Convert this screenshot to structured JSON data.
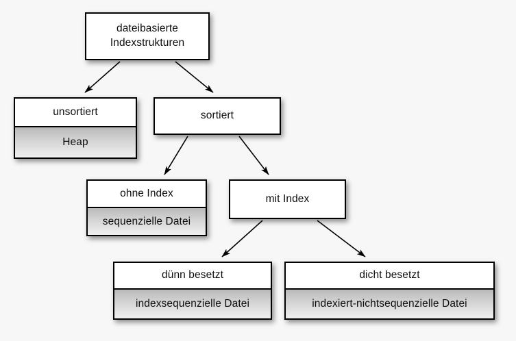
{
  "diagram": {
    "title": "dateibasierte Indexstrukturen",
    "background_color": "#f7f7f7",
    "border_color": "#000000",
    "node_fill": "#ffffff",
    "sublabel_fill_top": "#b9b9b9",
    "sublabel_fill_bottom": "#efefef",
    "nodes": [
      {
        "id": "root",
        "title": "dateibasierte\nIndexstrukturen",
        "sub": null
      },
      {
        "id": "unsorted",
        "title": "unsortiert",
        "sub": "Heap"
      },
      {
        "id": "sorted",
        "title": "sortiert",
        "sub": null
      },
      {
        "id": "noindex",
        "title": "ohne Index",
        "sub": "sequenzielle Datei"
      },
      {
        "id": "withindex",
        "title": "mit Index",
        "sub": null
      },
      {
        "id": "sparse",
        "title": "dünn besetzt",
        "sub": "indexsequenzielle Datei"
      },
      {
        "id": "dense",
        "title": "dicht besetzt",
        "sub": "indexiert-nichtsequenzielle Datei"
      }
    ],
    "edges": [
      {
        "from": "root",
        "to": "unsorted"
      },
      {
        "from": "root",
        "to": "sorted"
      },
      {
        "from": "sorted",
        "to": "noindex"
      },
      {
        "from": "sorted",
        "to": "withindex"
      },
      {
        "from": "withindex",
        "to": "sparse"
      },
      {
        "from": "withindex",
        "to": "dense"
      }
    ]
  }
}
